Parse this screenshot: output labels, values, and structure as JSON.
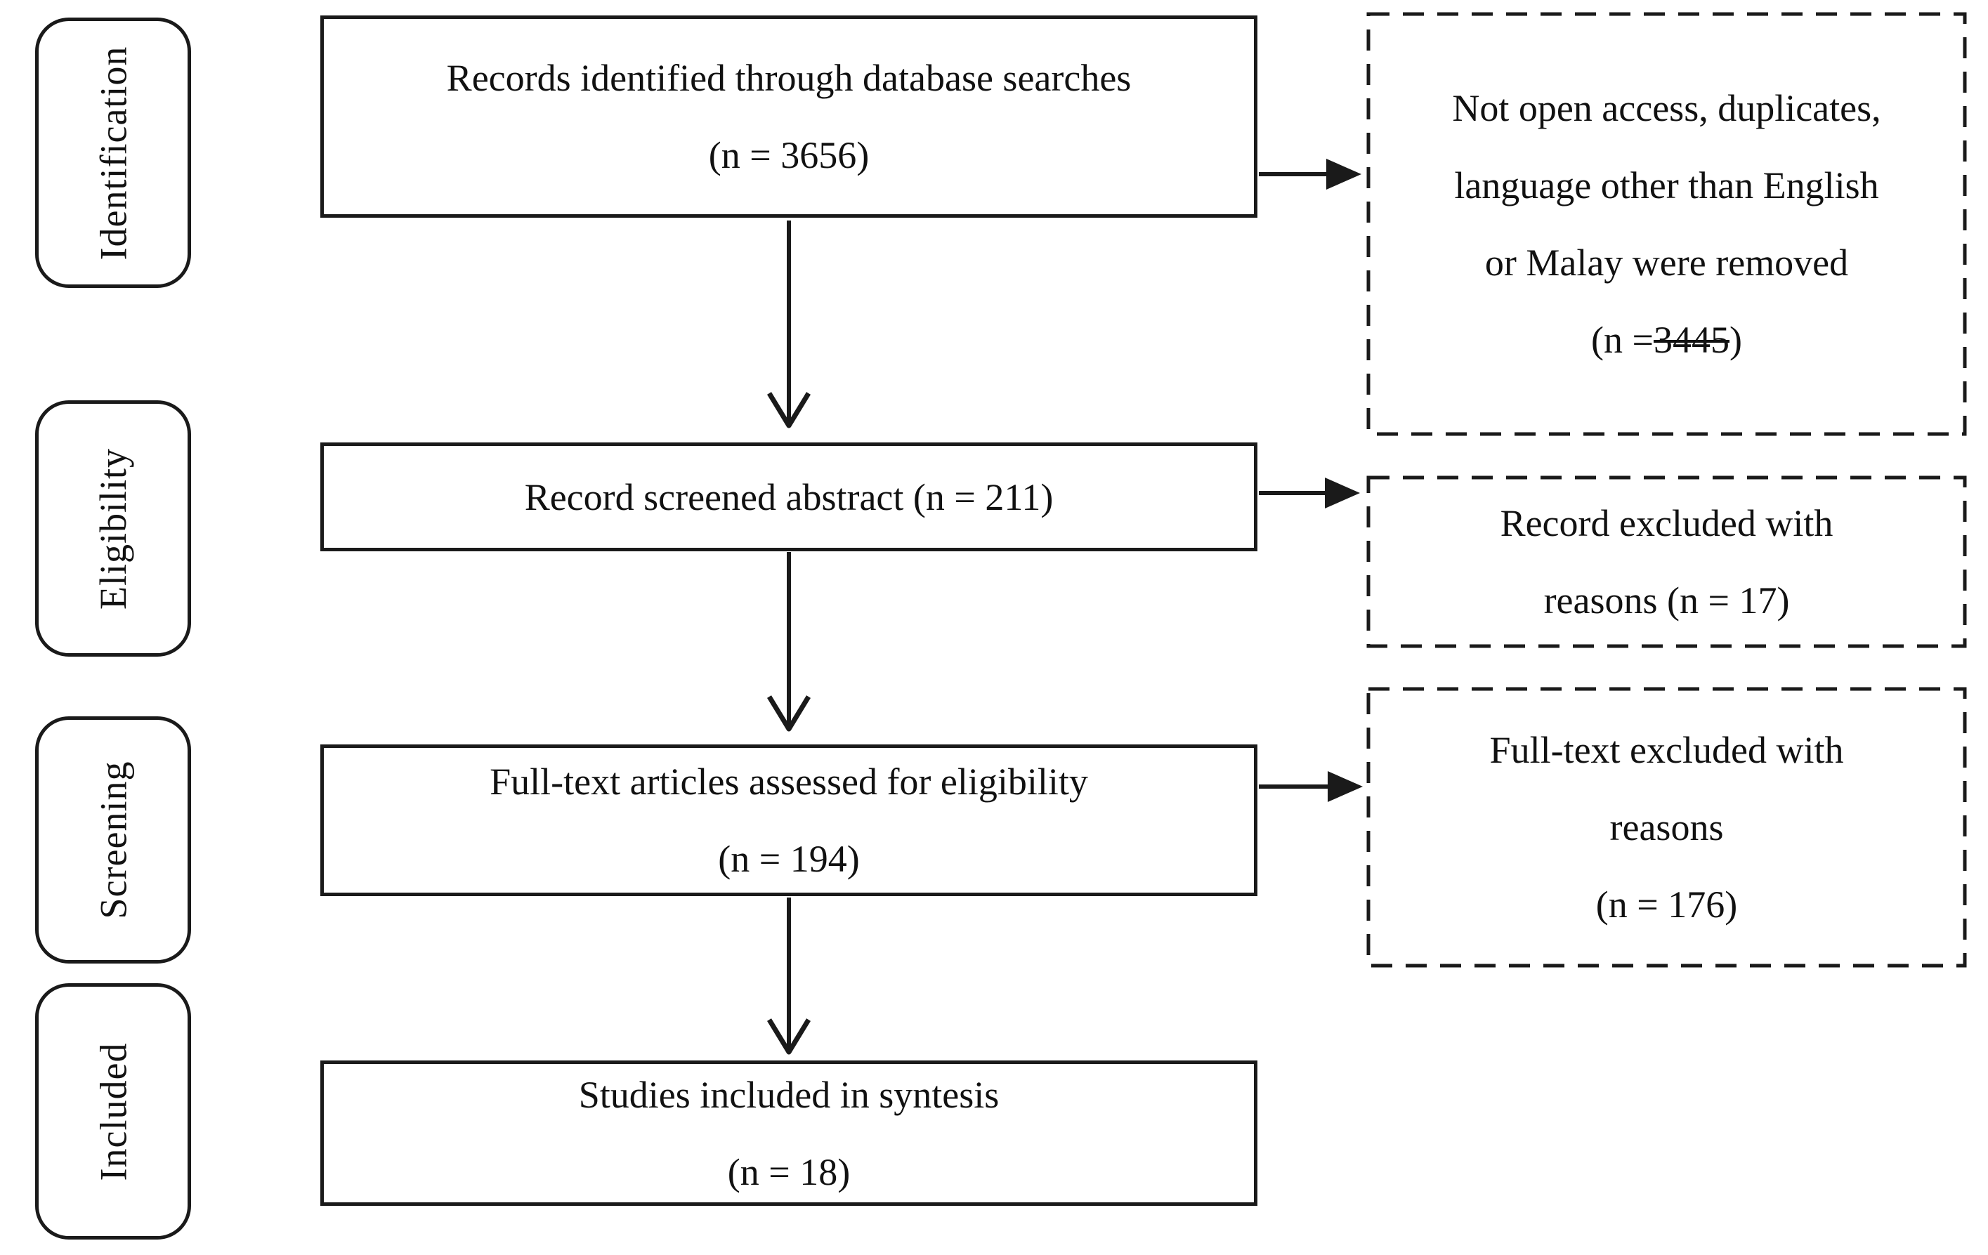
{
  "diagram": {
    "type": "prisma-flow",
    "stage_labels": [
      "Identification",
      "Eligibility",
      "Screening",
      "Included"
    ],
    "main_boxes": [
      {
        "lines": [
          "Records identified through database searches",
          "(n = 3656)"
        ]
      },
      {
        "lines": [
          "Record screened abstract (n = 211)"
        ]
      },
      {
        "lines": [
          "Full-text articles assessed for eligibility",
          "(n = 194)"
        ]
      },
      {
        "lines": [
          "Studies included in syntesis",
          "(n = 18)"
        ]
      }
    ],
    "exclusion_boxes": [
      {
        "lines": [
          "Not open access, duplicates,",
          "language other than English",
          "or Malay were removed"
        ],
        "count_line": {
          "prefix": "(n =",
          "value_struck": "3445",
          "suffix": ")"
        }
      },
      {
        "lines": [
          "Record excluded with",
          "reasons (n = 17)"
        ]
      },
      {
        "lines": [
          "Full-text excluded with",
          "reasons",
          "(n = 176)"
        ]
      }
    ],
    "colors": {
      "stroke": "#1a1a1a",
      "text": "#111111",
      "background": "#ffffff"
    }
  }
}
